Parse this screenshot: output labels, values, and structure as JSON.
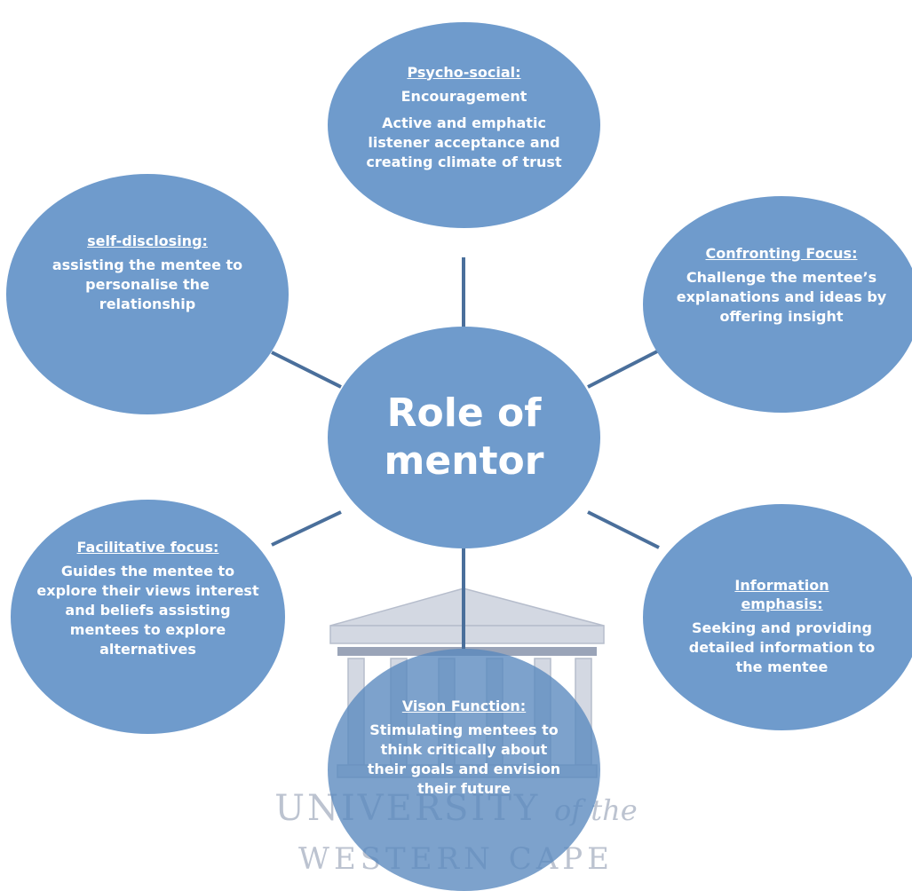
{
  "center": {
    "line1": "Role of",
    "line2": "mentor"
  },
  "nodes": {
    "psycho_social": {
      "heading": "Psycho-social:",
      "items": [
        "Encouragement",
        "Active and emphatic listener acceptance and creating climate of trust"
      ]
    },
    "confronting": {
      "heading": "Confronting Focus:",
      "body": "Challenge the mentee’s explanations and ideas by offering insight"
    },
    "self_disclosing": {
      "heading": "self-disclosing:",
      "body": "assisting the mentee to personalise the relationship"
    },
    "facilitative": {
      "heading": "Facilitative focus:",
      "body": "Guides the mentee to explore their views interest and beliefs assisting mentees to explore alternatives"
    },
    "information": {
      "heading": "Information emphasis:",
      "body": "Seeking and providing detailed information to the mentee"
    },
    "vision": {
      "heading": "Vison Function:",
      "body": "Stimulating mentees to think critically about their goals and envision their future"
    }
  },
  "watermark": {
    "line1_main": "UNIVERSITY",
    "line1_suffix": "of the",
    "line2": "WESTERN CAPE"
  },
  "colors": {
    "bubble": "#6f9bcc",
    "connector": "#4a6f9b",
    "text": "#ffffff",
    "watermark": "#bcc3d0"
  }
}
